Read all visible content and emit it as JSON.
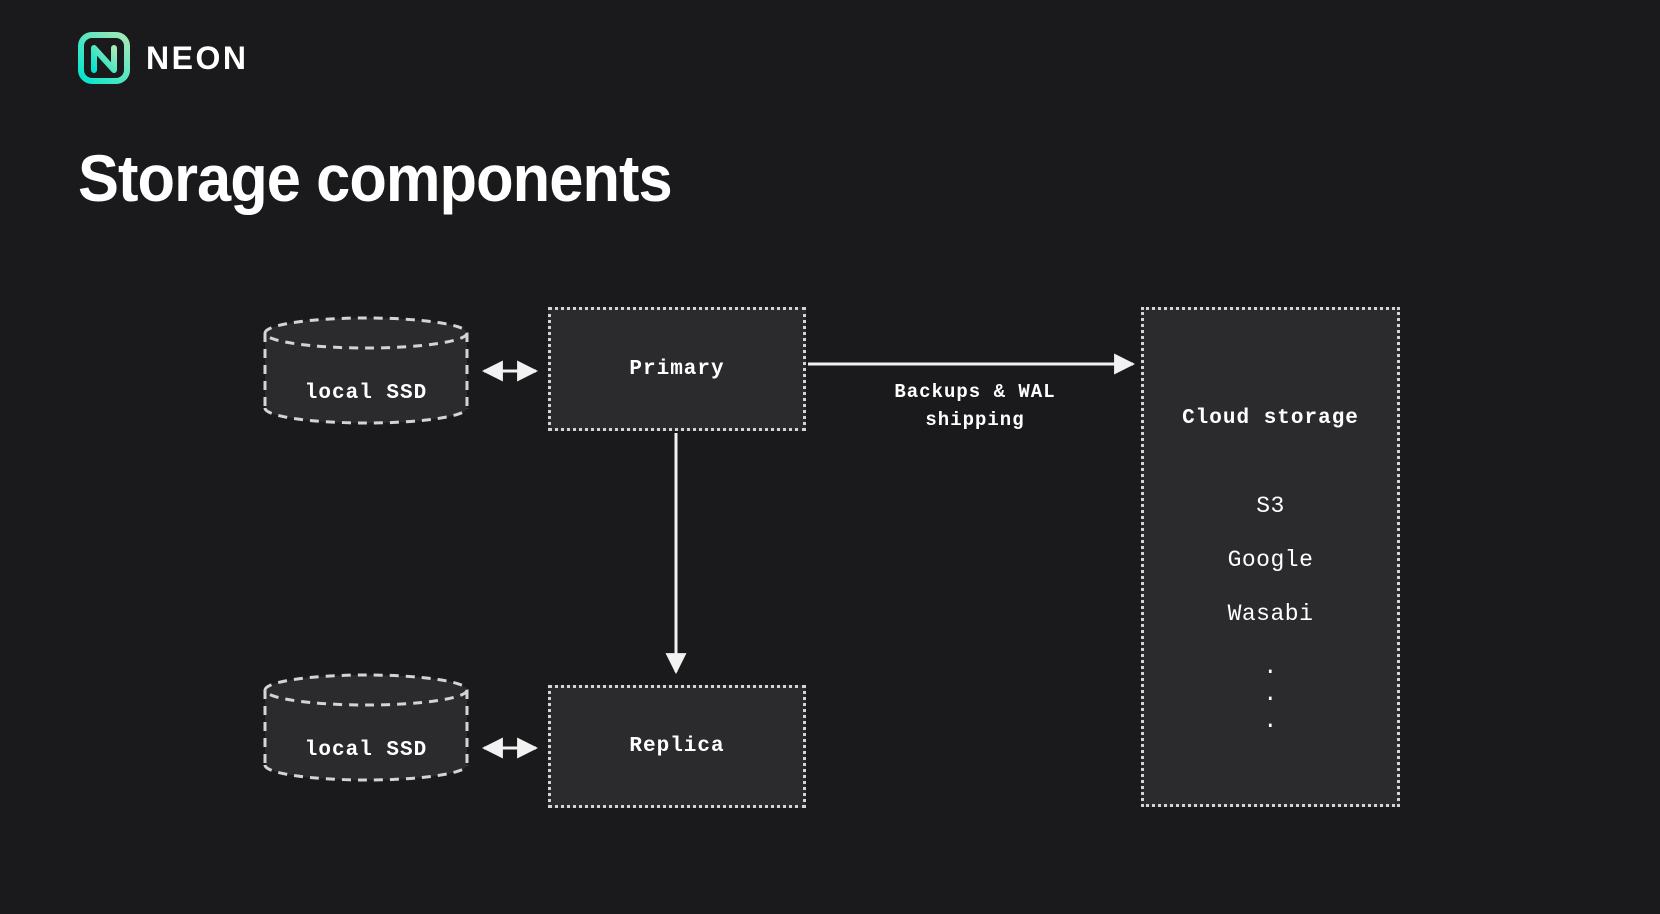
{
  "brand": {
    "name": "NEON",
    "logo_icon": "neon-logo-icon",
    "gradient_from": "#00e5cc",
    "gradient_to": "#a7e8b8"
  },
  "title": "Storage components",
  "theme": {
    "background": "#1a1a1c",
    "node_fill": "#2b2b2d",
    "stroke": "#d4d4d4",
    "text": "#ffffff"
  },
  "diagram": {
    "nodes": {
      "ssd_primary": {
        "label": "local SSD",
        "shape": "cylinder"
      },
      "ssd_replica": {
        "label": "local SSD",
        "shape": "cylinder"
      },
      "primary": {
        "label": "Primary",
        "shape": "dotted-rect"
      },
      "replica": {
        "label": "Replica",
        "shape": "dotted-rect"
      },
      "cloud": {
        "label": "Cloud storage",
        "shape": "dotted-rect",
        "items": [
          "Google",
          "Wasabi"
        ],
        "first_item": "S3",
        "ellipsis": ".\n.\n."
      }
    },
    "edges": {
      "ssd_primary_link": {
        "label": "",
        "arrow": "double"
      },
      "ssd_replica_link": {
        "label": "",
        "arrow": "double"
      },
      "primary_to_replica": {
        "label": "",
        "arrow": "single-down"
      },
      "primary_to_cloud": {
        "label": "Backups & WAL\nshipping",
        "arrow": "single-right"
      }
    }
  }
}
